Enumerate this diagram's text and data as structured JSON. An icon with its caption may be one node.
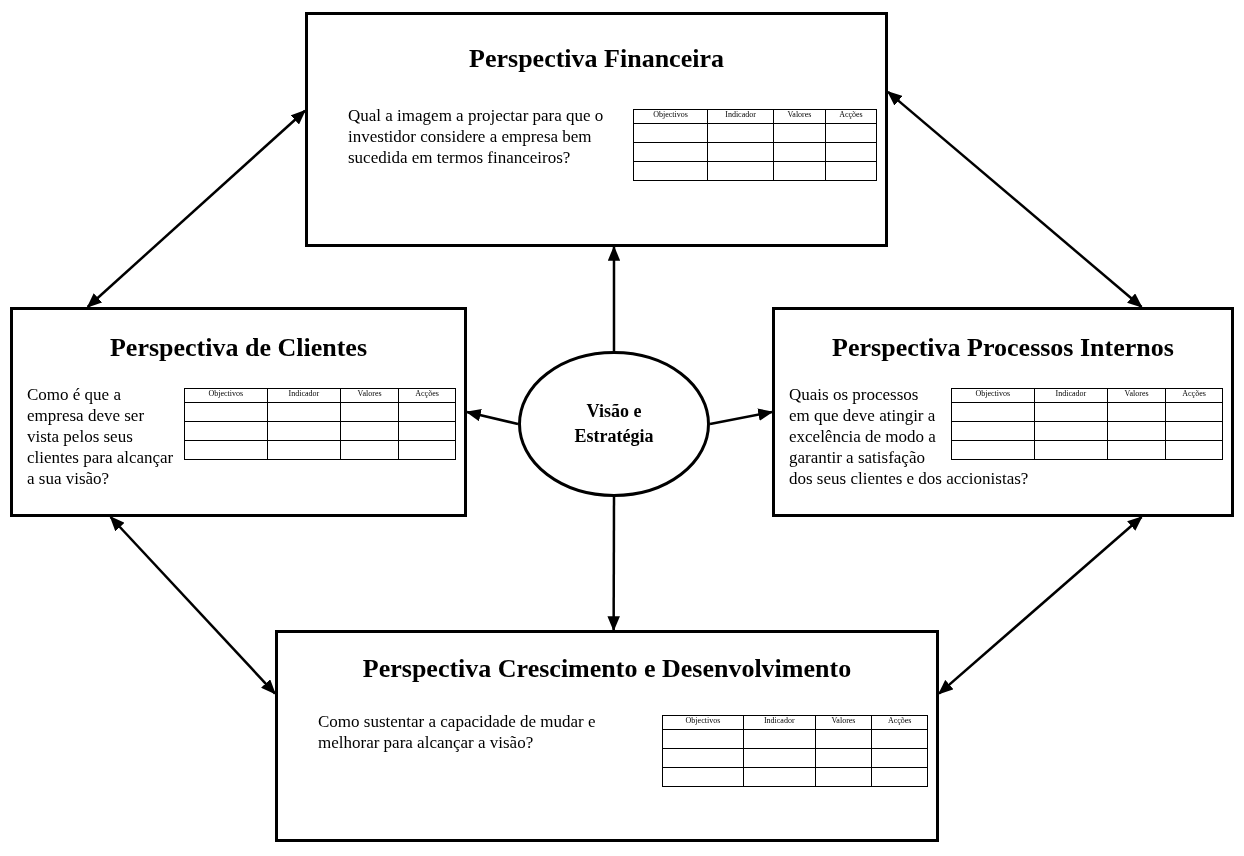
{
  "diagram": {
    "nodes": [
      {
        "text": [
          "Perspectiva Financeira",
          "Qual a imagem a projectar para que o investidor considere a empresa bem sucedida em termos financeiros?"
        ]
      },
      {
        "text": [
          "Perspectiva de Clientes",
          "Como é que a empresa deve ser vista pelos seus clientes para alcançar a sua visão?"
        ]
      },
      {
        "text": [
          "Visão e Estratégia"
        ]
      },
      {
        "text": [
          "Perspectiva Processos Internos",
          "Quais os processos em que deve atingir a excelência de modo a garantir a satisfação dos seus clientes e dos accionistas?"
        ]
      },
      {
        "text": [
          "Perspectiva Crescimento e Desenvolvimento",
          "Como sustentar a capacidade de mudar e melhorar para alcançar a visão?"
        ]
      }
    ],
    "edges": [
      {
        "from": 2,
        "to": 0,
        "arrow": "to"
      },
      {
        "from": 2,
        "to": 1,
        "arrow": "to"
      },
      {
        "from": 2,
        "to": 3,
        "arrow": "to"
      },
      {
        "from": 2,
        "to": 4,
        "arrow": "to"
      },
      {
        "from": 1,
        "to": 0,
        "arrow": "both"
      },
      {
        "from": 0,
        "to": 3,
        "arrow": "both"
      },
      {
        "from": 1,
        "to": 4,
        "arrow": "both"
      },
      {
        "from": 3,
        "to": 4,
        "arrow": "both"
      }
    ],
    "labels": [
      "Objectivos",
      "Indicador",
      "Valores",
      "Acções",
      "Objectivos",
      "Indicador",
      "Valores",
      "Acções",
      "Objectivos",
      "Indicador",
      "Valores",
      "Acções",
      "Objectivos",
      "Indicador",
      "Valores",
      "Acções"
    ]
  }
}
